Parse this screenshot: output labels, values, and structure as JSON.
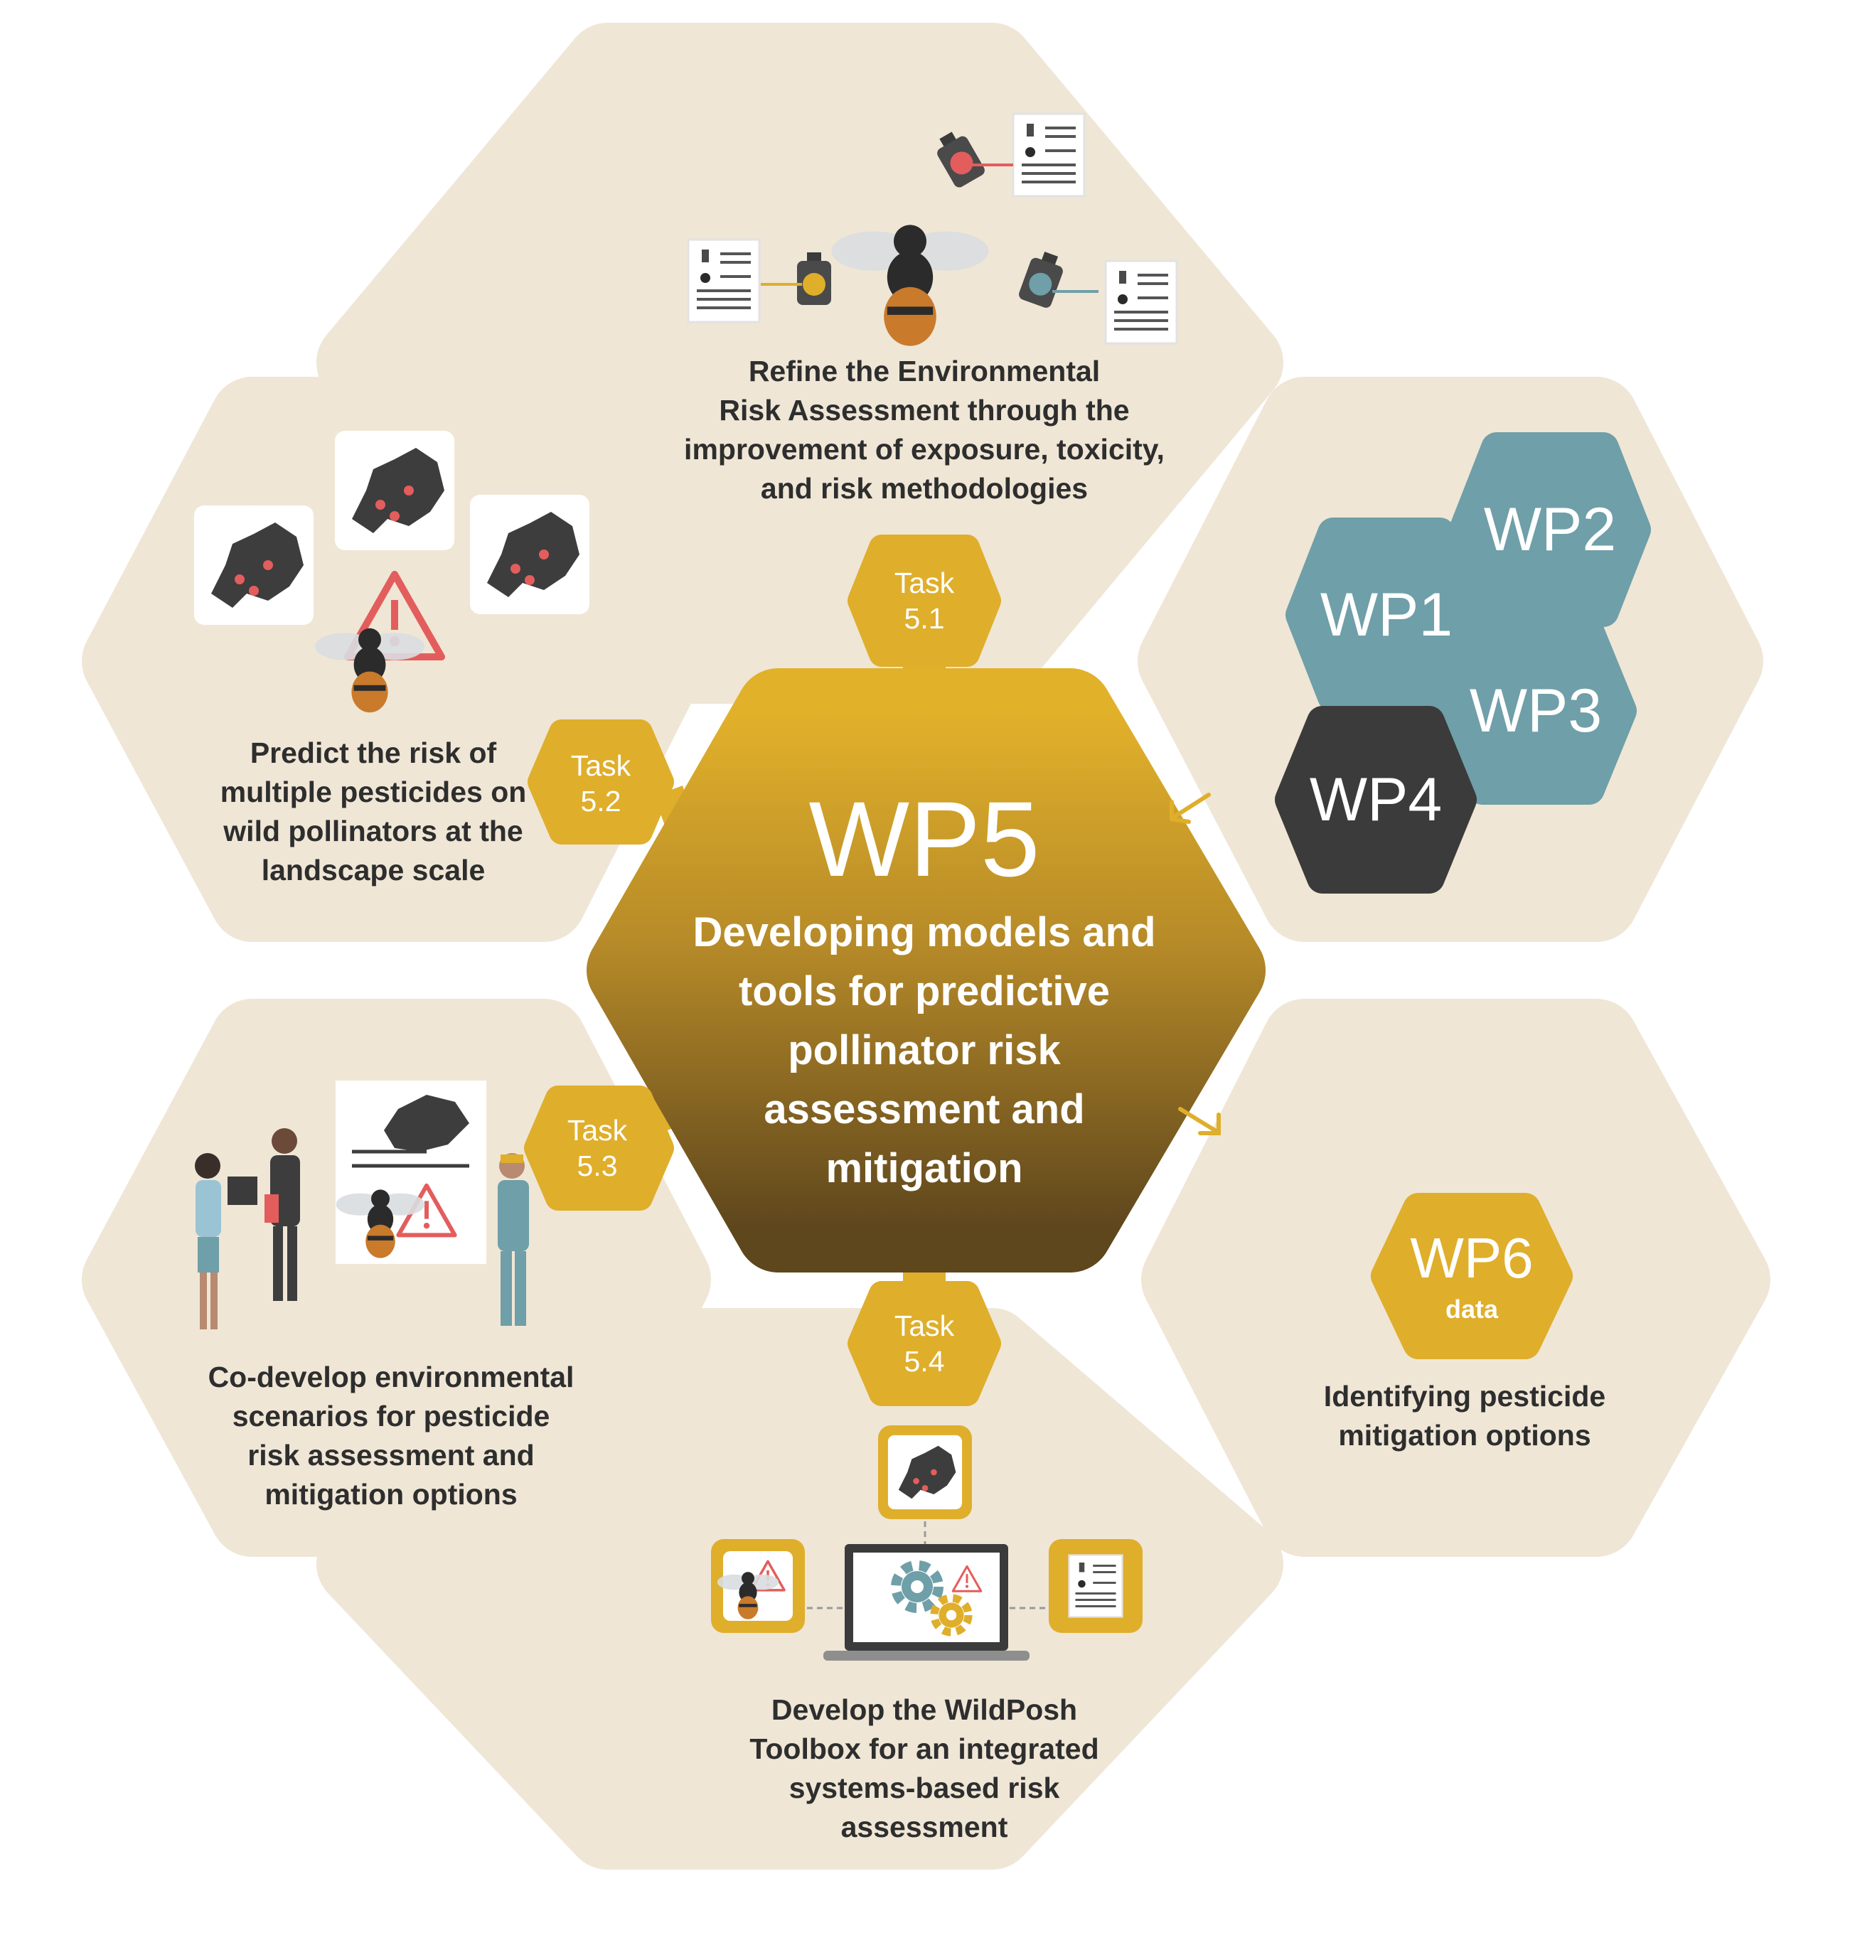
{
  "hub": {
    "title": "WP5",
    "subtitle": "Developing models and\ntools for predictive\npollinator risk\nassessment and\nmitigation"
  },
  "tasks": [
    {
      "label": "Task\n5.1",
      "text": "Refine the Environmental\nRisk Assessment through the\nimprovement of exposure, toxicity,\nand risk methodologies"
    },
    {
      "label": "Task\n5.2",
      "text": "Predict the risk of\nmultiple pesticides on\nwild pollinators at the\nlandscape scale"
    },
    {
      "label": "Task\n5.3",
      "text": "Co-develop environmental\nscenarios for pesticide\nrisk assessment and\nmitigation options"
    },
    {
      "label": "Task\n5.4",
      "text": "Develop the WildPosh\nToolbox for an integrated\nsystems-based risk\nassessment"
    }
  ],
  "inputs": [
    "WP1",
    "WP2",
    "WP3",
    "WP4"
  ],
  "output": {
    "label": "WP6",
    "sublabel": "data",
    "text": "Identifying pesticide\nmitigation options"
  },
  "colors": {
    "beige": "#efe6d6",
    "gold": "#dfae2b",
    "gold_dark": "#6b5120",
    "teal": "#6f9fa8",
    "charcoal": "#3b3b3b",
    "red": "#e35d5d"
  },
  "icons": [
    "spray-bottle-icon",
    "bee-icon",
    "document-icon",
    "europe-map-icon",
    "warning-icon",
    "laptop-icon",
    "gear-icon",
    "people-icon"
  ]
}
